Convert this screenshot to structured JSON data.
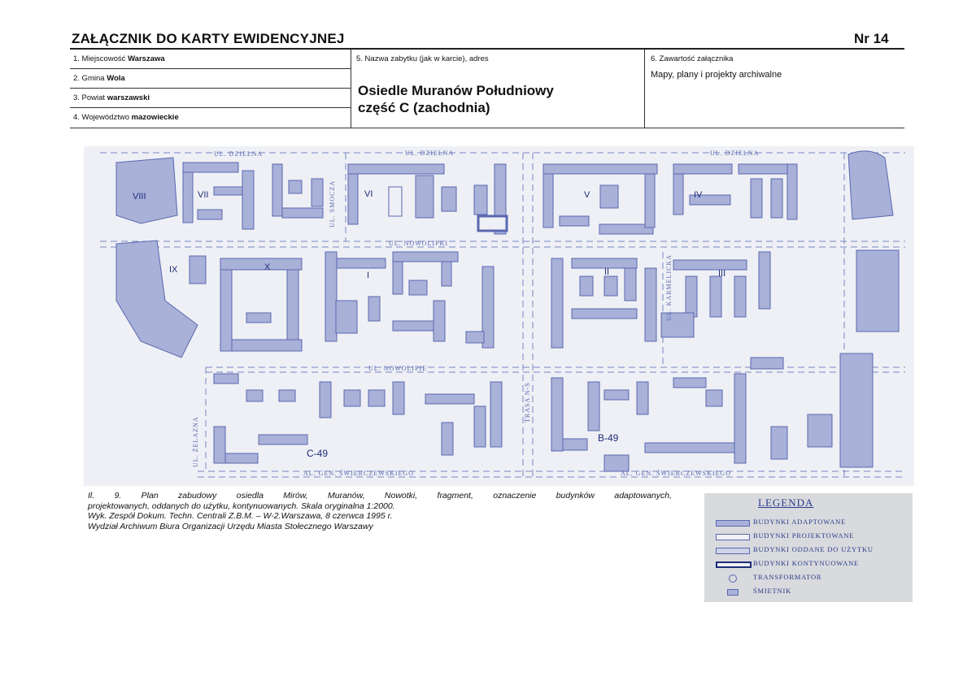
{
  "header": {
    "title": "ZAŁĄCZNIK DO KARTY EWIDENCYJNEJ",
    "number": "Nr 14"
  },
  "form": {
    "f1_label": "1. Miejscowość",
    "f1_value": "Warszawa",
    "f2_label": "2. Gmina",
    "f2_value": "Wola",
    "f3_label": "3. Powiat",
    "f3_value": "warszawski",
    "f4_label": "4. Województwo",
    "f4_value": "mazowieckie",
    "f5_label": "5. Nazwa zabytku (jak w karcie), adres",
    "f5_value_line1": "Osiedle Muranów Południowy",
    "f5_value_line2": "część C (zachodnia)",
    "f6_label": "6. Zawartość załącznika",
    "f6_value": "Mapy, plany i projekty archiwalne"
  },
  "map": {
    "colors": {
      "paper": "#eef0f5",
      "building": "#a9b1d8",
      "outline": "#5a67b0",
      "dash": "#7b86c4"
    },
    "streets": [
      "UL. DZIELNA",
      "UL. DZIELNA",
      "UL. DZIELNA",
      "UL. NOWOLIPKI",
      "UL. NOWOLIPIE",
      "AL. GEN. ŚWIERCZEWSKIEGO",
      "AL. GEN. ŚWIERCZEWSKIEGO",
      "UL. ŻELAZNA",
      "UL. SMOCZA",
      "TRASA N-S",
      "UL. KARMELICKA"
    ],
    "colony_numerals": [
      "VIII",
      "VII",
      "VI",
      "V",
      "IV",
      "IX",
      "X",
      "I",
      "II",
      "III"
    ],
    "block_labels": [
      "C-49",
      "B-49"
    ]
  },
  "caption": {
    "line1": "Il. 9. Plan zabudowy osiedla Mirów, Muranów, Nowotki, fragment, oznaczenie budynków adaptowanych,",
    "line2": "projektowanych, oddanych do użytku, kontynuowanych. Skala oryginalna 1:2000.",
    "line3": "Wyk. Zespół Dokum. Techn. Centrali Z.B.M. – W-2.Warszawa, 8 czerwca 1995 r.",
    "line4": "Wydział Archiwum Biura Organizacji Urzędu Miasta Stołecznego Warszawy"
  },
  "legend": {
    "title": "LEGENDA",
    "items": [
      {
        "label": "BUDYNKI ADAPTOWANE",
        "symbol": "filled-bar"
      },
      {
        "label": "BUDYNKI PROJEKTOWANE",
        "symbol": "empty-bar"
      },
      {
        "label": "BUDYNKI ODDANE DO UŻYTKU",
        "symbol": "outline-bar"
      },
      {
        "label": "BUDYNKI KONTYNUOWANE",
        "symbol": "thick-outline-bar"
      },
      {
        "label": "TRANSFORMATOR",
        "symbol": "transformer-glyph"
      },
      {
        "label": "ŚMIETNIK",
        "symbol": "bin-glyph"
      }
    ]
  }
}
